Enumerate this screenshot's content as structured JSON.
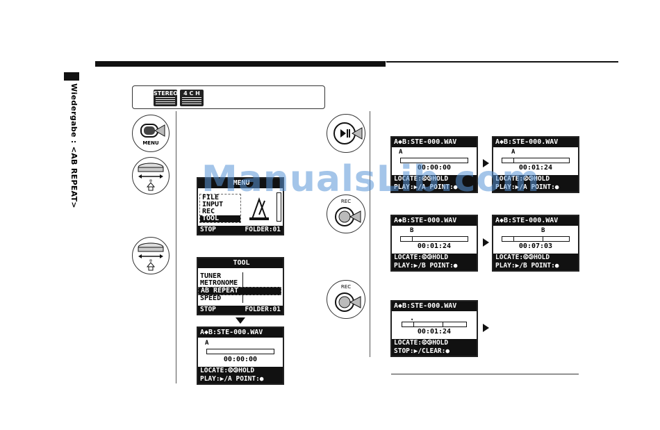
{
  "side_label": "Wiedergabe : <AB REPEAT>",
  "mode_badges": [
    "STEREO",
    "4 C H"
  ],
  "buttons": {
    "menu": "MENU",
    "rec_1": "REC",
    "rec_2": "REC"
  },
  "lcd_menu": {
    "title": "MENU",
    "items": [
      "FILE",
      "INPUT",
      "REC",
      "TOOL"
    ],
    "selected": "TOOL",
    "footer_left": "STOP",
    "footer_right": "FOLDER:01"
  },
  "lcd_tool": {
    "title": "TOOL",
    "items": [
      "TUNER",
      "METRONOME",
      "AB REPEAT",
      "SPEED"
    ],
    "selected": "AB REPEAT",
    "footer_left": "STOP",
    "footer_right": "FOLDER:01"
  },
  "lcd_left_bottom": {
    "header": "A◆B:STE-000.WAV",
    "marker": "A",
    "time": "00:00:00",
    "line1": "LOCATE:⧀⧁HOLD",
    "line2": "PLAY:▶/A POINT:●"
  },
  "lcd_r1": {
    "header": "A◆B:STE-000.WAV",
    "marker": "A",
    "time": "00:00:00",
    "line1": "LOCATE:⧀⧁HOLD",
    "line2": "PLAY:▶/A POINT:●"
  },
  "lcd_r2": {
    "header": "A◆B:STE-000.WAV",
    "marker": "A",
    "time": "00:01:24",
    "line1": "LOCATE:⧀⧁HOLD",
    "line2": "PLAY:▶/A POINT:●"
  },
  "lcd_r3": {
    "header": "A◆B:STE-000.WAV",
    "marker": "B",
    "time": "00:01:24",
    "line1": "LOCATE:⧀⧁HOLD",
    "line2": "PLAY:▶/B POINT:●"
  },
  "lcd_r4": {
    "header": "A◆B:STE-000.WAV",
    "marker": "B",
    "time": "00:07:03",
    "line1": "LOCATE:⧀⧁HOLD",
    "line2": "PLAY:▶/B POINT:●"
  },
  "lcd_r5": {
    "header": "A◆B:STE-000.WAV",
    "time": "00:01:24",
    "line1": "LOCATE:⧀⧁HOLD",
    "line2": "STOP:▶/CLEAR:●"
  },
  "watermark": "ManualsLib.com"
}
